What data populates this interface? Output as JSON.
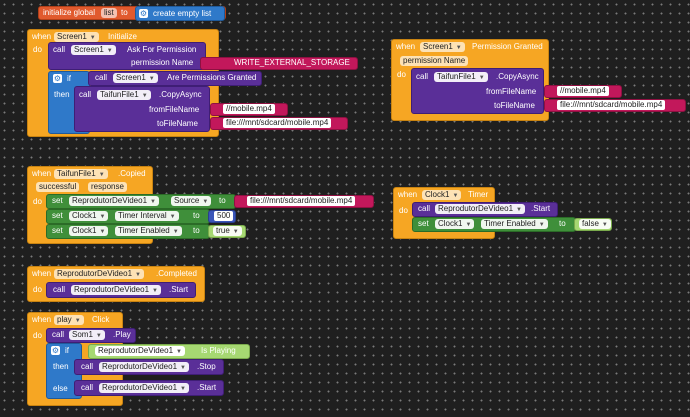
{
  "global": {
    "initialize": "initialize global",
    "var": "list",
    "to": "to",
    "create": "create empty list"
  },
  "screen_init": {
    "when": "when",
    "comp": "Screen1",
    "event": "Initialize",
    "do": "do",
    "call": "call",
    "perm_comp": "Screen1",
    "perm_method": "Ask For Permission",
    "perm_name_label": "permission Name",
    "perm_value": "WRITE_EXTERNAL_STORAGE",
    "if": "if",
    "call2": "call",
    "granted_comp": "Screen1",
    "granted": "Are Permissions Granted",
    "then": "then",
    "call3": "call",
    "copy_comp": "TaifunFile1",
    "copy_method": ".CopyAsync",
    "from_label": "fromFileName",
    "from_value": "//mobile.mp4",
    "to_label": "toFileName",
    "to_value": "file:///mnt/sdcard/mobile.mp4"
  },
  "perm_granted": {
    "when": "when",
    "comp": "Screen1",
    "event": "Permission Granted",
    "param": "permission Name",
    "do": "do",
    "call": "call",
    "copy_comp": "TaifunFile1",
    "copy_method": ".CopyAsync",
    "from_label": "fromFileName",
    "from_value": "//mobile.mp4",
    "to_label": "toFileName",
    "to_value": "file:///mnt/sdcard/mobile.mp4"
  },
  "copied": {
    "when": "when",
    "comp": "TaifunFile1",
    "event": ".Copied",
    "p1": "successful",
    "p2": "response",
    "do": "do",
    "set": "set",
    "video": "ReprodutorDeVideo1",
    "source": "Source",
    "to": "to",
    "source_value": "file:///mnt/sdcard/mobile.mp4",
    "clock": "Clock1",
    "interval": "Timer Interval",
    "interval_value": "500",
    "enabled": "Timer Enabled",
    "enabled_value": "true"
  },
  "timer": {
    "when": "when",
    "comp": "Clock1",
    "event": "Timer",
    "do": "do",
    "call": "call",
    "video": "ReprodutorDeVideo1",
    "start": ".Start",
    "set": "set",
    "clock": "Clock1",
    "enabled": "Timer Enabled",
    "to": "to",
    "value": "false"
  },
  "completed": {
    "when": "when",
    "comp": "ReprodutorDeVideo1",
    "event": ".Completed",
    "do": "do",
    "call": "call",
    "video": "ReprodutorDeVideo1",
    "start": ".Start"
  },
  "play_click": {
    "when": "when",
    "comp": "play",
    "event": "Click",
    "do": "do",
    "call": "call",
    "sound": "Som1",
    "play": ".Play",
    "if": "if",
    "video": "ReprodutorDeVideo1",
    "is_playing": "Is Playing",
    "then": "then",
    "stop": ".Stop",
    "else": "else",
    "start": ".Start"
  }
}
